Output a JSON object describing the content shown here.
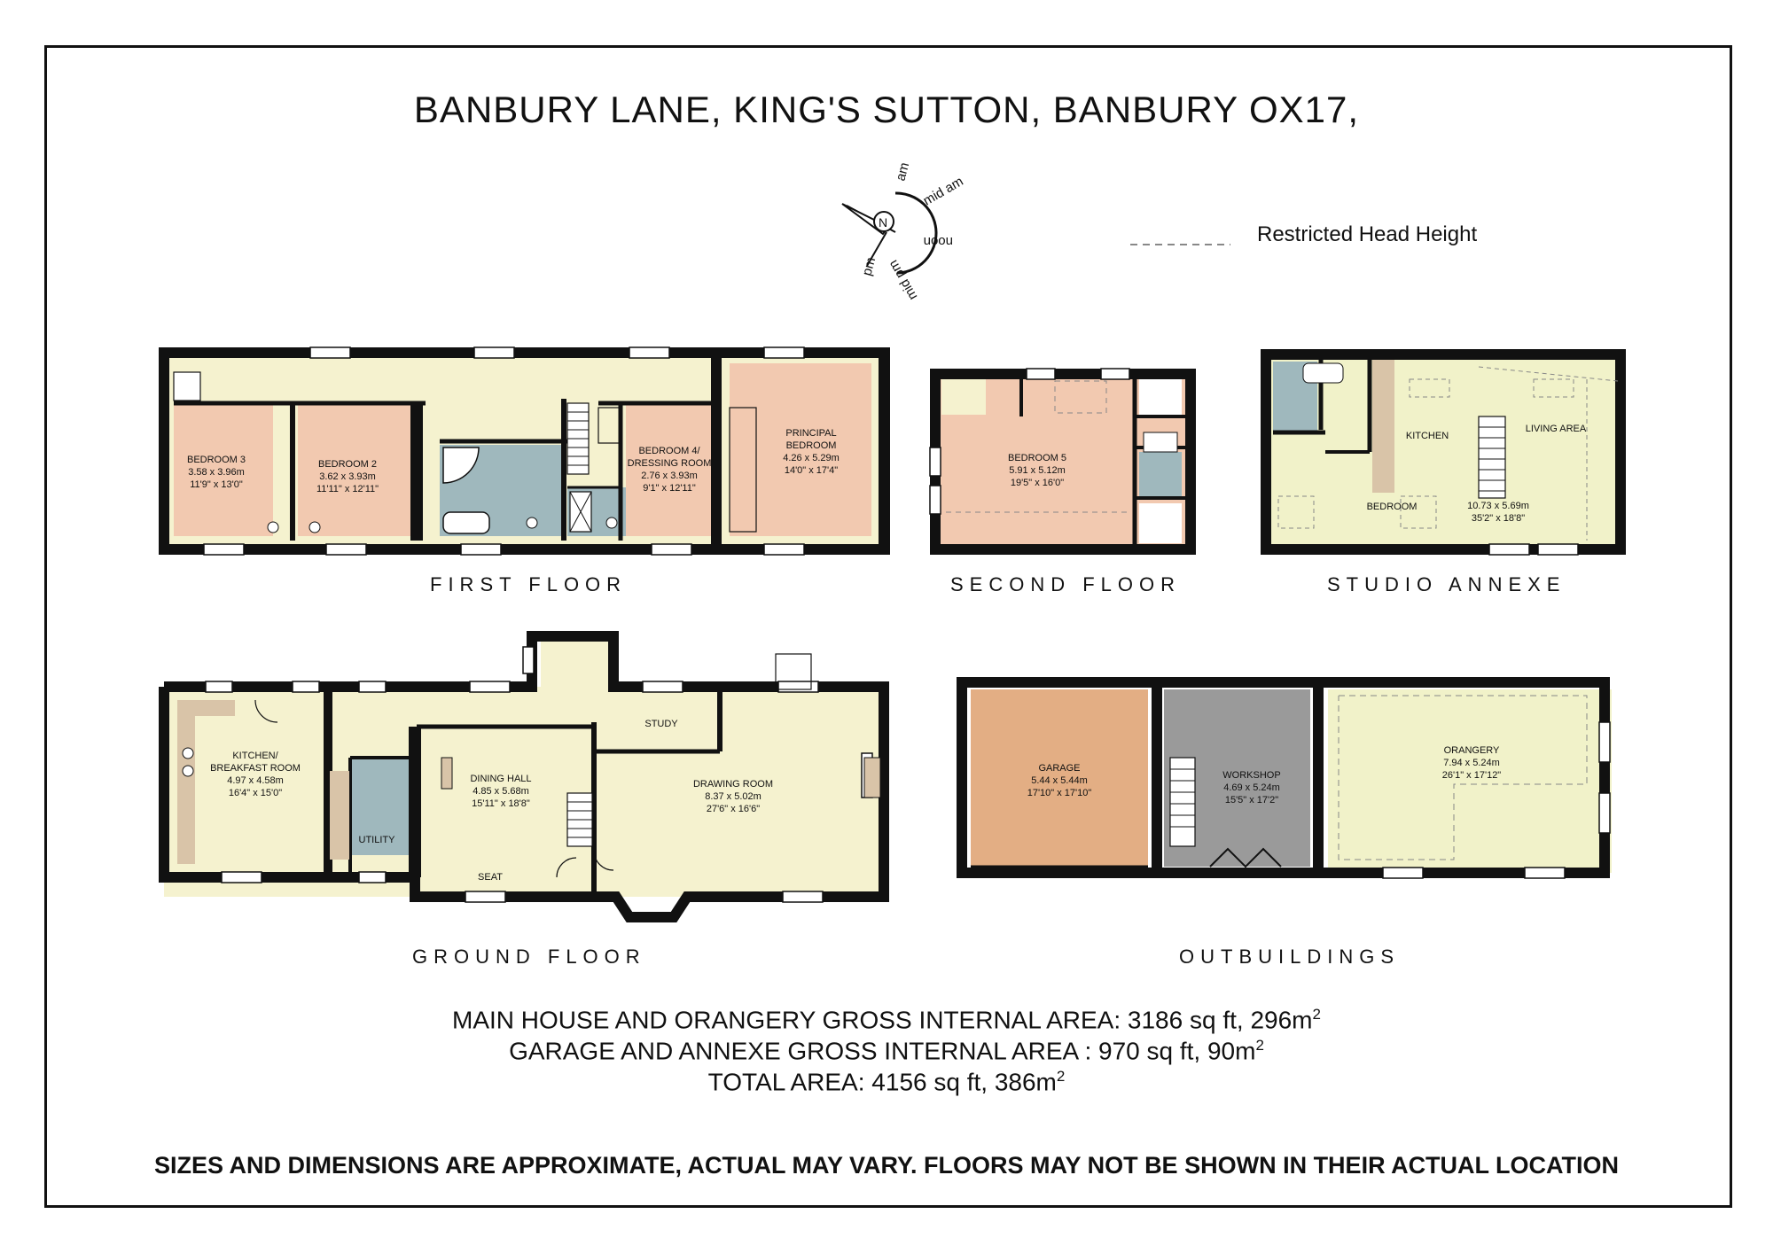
{
  "title": "BANBURY LANE, KING'S SUTTON, BANBURY OX17,",
  "compass": {
    "north": "N",
    "labels": [
      "am",
      "mid am",
      "noon",
      "mid pm",
      "pm"
    ]
  },
  "legend": {
    "label": "Restricted Head Height"
  },
  "floors": {
    "first": "FIRST FLOOR",
    "second": "SECOND FLOOR",
    "annexe": "STUDIO ANNEXE",
    "ground": "GROUND FLOOR",
    "outbuildings": "OUTBUILDINGS"
  },
  "rooms": {
    "bedroom3": {
      "name": "BEDROOM 3",
      "metric": "3.58 x 3.96m",
      "imperial": "11'9\" x 13'0\""
    },
    "bedroom2": {
      "name": "BEDROOM 2",
      "metric": "3.62 x 3.93m",
      "imperial": "11'11\" x 12'11\""
    },
    "bedroom4": {
      "name": "BEDROOM 4/",
      "name2": "DRESSING ROOM",
      "metric": "2.76 x 3.93m",
      "imperial": "9'1\" x 12'11\""
    },
    "principal": {
      "name": "PRINCIPAL",
      "name2": "BEDROOM",
      "metric": "4.26 x 5.29m",
      "imperial": "14'0\" x 17'4\""
    },
    "bedroom5": {
      "name": "BEDROOM 5",
      "metric": "5.91 x 5.12m",
      "imperial": "19'5\" x 16'0\""
    },
    "annexe_kitchen": {
      "name": "KITCHEN"
    },
    "annexe_living": {
      "name": "LIVING AREA",
      "metric": "10.73 x 5.69m",
      "imperial": "35'2\" x 18'8\""
    },
    "annexe_bedroom": {
      "name": "BEDROOM"
    },
    "kitchen": {
      "name": "KITCHEN/",
      "name2": "BREAKFAST ROOM",
      "metric": "4.97 x 4.58m",
      "imperial": "16'4\" x 15'0\""
    },
    "utility": {
      "name": "UTILITY"
    },
    "dining": {
      "name": "DINING HALL",
      "metric": "4.85 x 5.68m",
      "imperial": "15'11\" x 18'8\""
    },
    "seat": {
      "name": "SEAT"
    },
    "study": {
      "name": "STUDY"
    },
    "drawing": {
      "name": "DRAWING ROOM",
      "metric": "8.37 x 5.02m",
      "imperial": "27'6\" x 16'6\""
    },
    "garage": {
      "name": "GARAGE",
      "metric": "5.44 x 5.44m",
      "imperial": "17'10\" x 17'10\""
    },
    "workshop": {
      "name": "WORKSHOP",
      "metric": "4.69 x 5.24m",
      "imperial": "15'5\" x 17'2\""
    },
    "orangery": {
      "name": "ORANGERY",
      "metric": "7.94 x 5.24m",
      "imperial": "26'1\" x 17'12\""
    }
  },
  "areas": {
    "line1": "MAIN HOUSE AND ORANGERY GROSS INTERNAL AREA: 3186 sq ft, 296m",
    "line2": "GARAGE AND ANNEXE GROSS INTERNAL AREA : 970 sq ft, 90m",
    "line3": "TOTAL AREA: 4156 sq ft, 386m",
    "sup": "2"
  },
  "disclaimer": "SIZES AND DIMENSIONS ARE APPROXIMATE, ACTUAL MAY VARY. FLOORS MAY NOT BE SHOWN IN THEIR ACTUAL LOCATION",
  "colors": {
    "wall": "#111111",
    "bedroom": "#f2c9b0",
    "living": "#f5f2cf",
    "bathroom": "#9fb8bd",
    "garage": "#e3ae84",
    "workshop": "#9a9a9a",
    "orangery": "#f1f2c9"
  }
}
